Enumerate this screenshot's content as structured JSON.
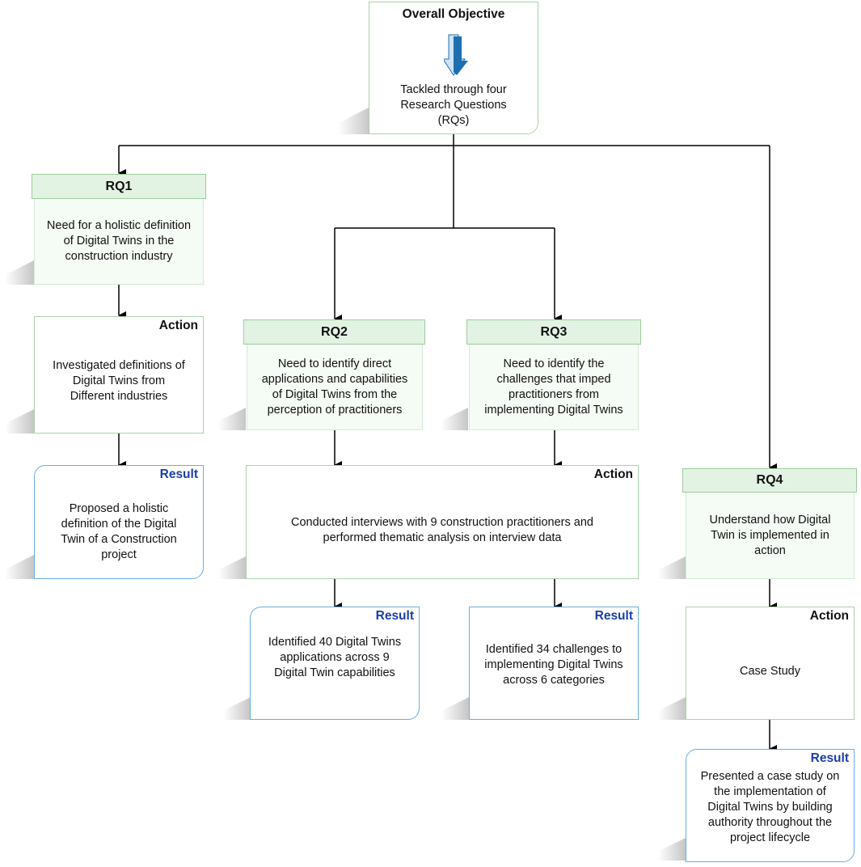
{
  "objective": {
    "title": "Overall Objective",
    "text": "Tackled through four Research Questions (RQs)"
  },
  "rq1": {
    "label": "RQ1",
    "question": "Need for a holistic definition of Digital Twins in the construction industry",
    "action_title": "Action",
    "action_text": "Investigated definitions of Digital Twins from Different industries",
    "result_title": "Result",
    "result_text": "Proposed a holistic definition of the Digital Twin of a Construction project"
  },
  "rq2": {
    "label": "RQ2",
    "question": "Need to identify direct applications and capabilities of Digital Twins from the perception of practitioners",
    "result_title": "Result",
    "result_text": "Identified 40 Digital Twins applications across 9 Digital Twin capabilities"
  },
  "rq3": {
    "label": "RQ3",
    "question": "Need to identify the challenges that imped practitioners from implementing Digital Twins",
    "result_title": "Result",
    "result_text": "Identified 34 challenges to implementing Digital Twins across 6 categories"
  },
  "shared_action": {
    "title": "Action",
    "text": "Conducted interviews with 9 construction practitioners and performed thematic analysis on interview data"
  },
  "rq4": {
    "label": "RQ4",
    "question": "Understand how Digital Twin is implemented in action",
    "action_title": "Action",
    "action_text": "Case Study",
    "result_title": "Result",
    "result_text": "Presented a case study on the implementation of Digital Twins by building authority throughout the project lifecycle"
  },
  "colors": {
    "green_border": "#a9d3a9",
    "header_fill": "#e3f3e3",
    "result_blue": "#1a3ea8",
    "arrow_blue": "#1e6fb0"
  }
}
